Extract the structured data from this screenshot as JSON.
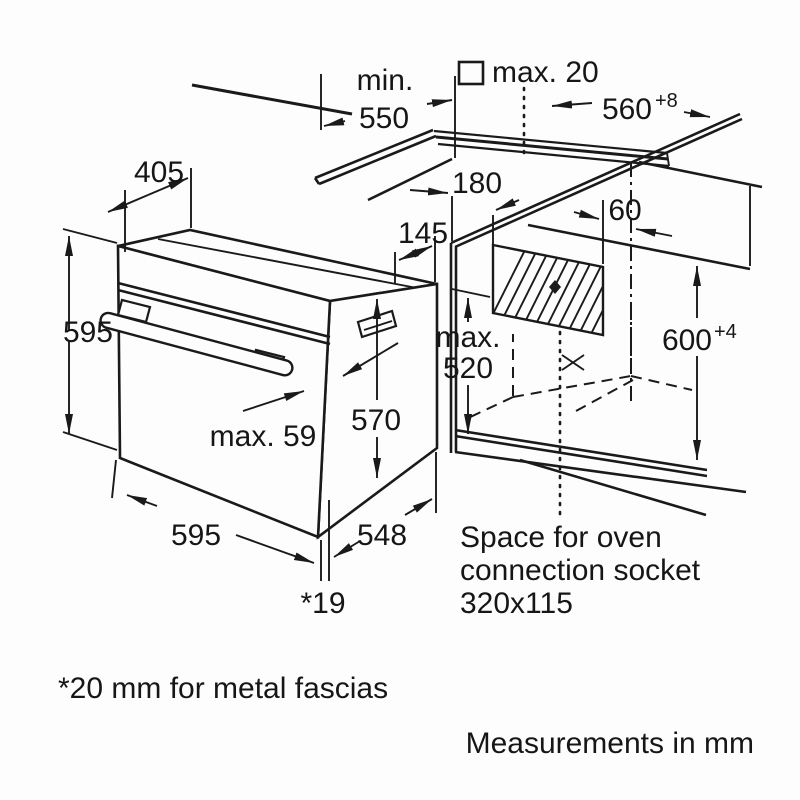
{
  "colors": {
    "line": "#1a1a1a",
    "background": "#fdfdfd"
  },
  "dims": {
    "min_label": "min.",
    "min_value": "550",
    "hob_clearance": "max. 20",
    "niche_width": "560",
    "niche_width_tol": "+8",
    "top_depth": "405",
    "vent_depth": "145",
    "socket_left": "180",
    "socket_right": "60",
    "oven_height": "595",
    "niche_front_label": "max.",
    "niche_front_value": "520",
    "body_height": "570",
    "niche_height": "600",
    "niche_height_tol": "+4",
    "door_protrusion": "max. 59",
    "oven_width": "595",
    "body_depth": "548",
    "fascia_gap": "*19"
  },
  "socket_note": {
    "line1": "Space for oven",
    "line2": "connection socket",
    "line3": "320x115"
  },
  "footnote": "*20 mm for metal fascias",
  "measurements_note": "Measurements in mm"
}
